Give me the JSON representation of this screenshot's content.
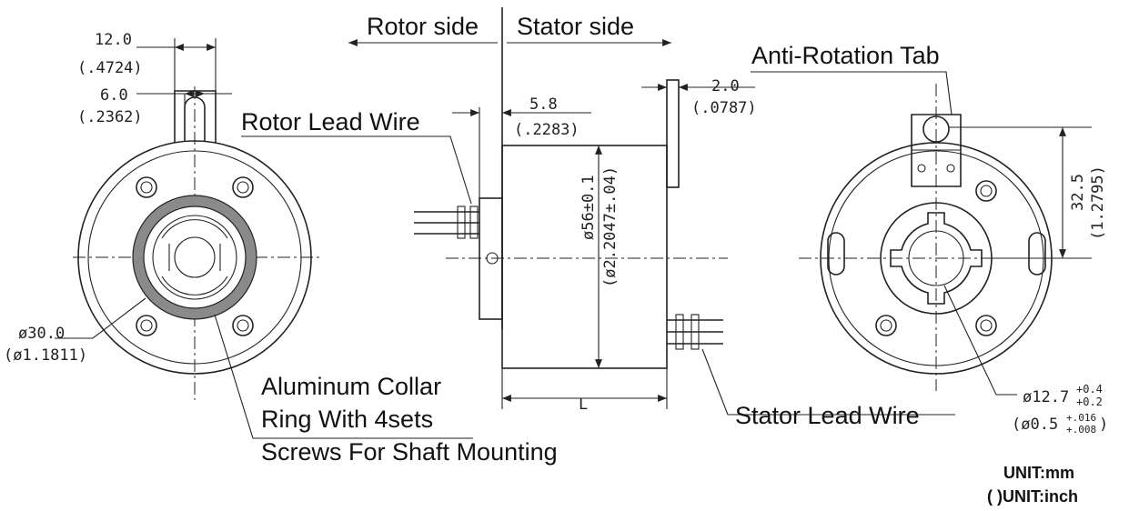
{
  "headings": {
    "rotor_side": "Rotor side",
    "stator_side": "Stator side"
  },
  "callouts": {
    "anti_rotation_tab": "Anti-Rotation Tab",
    "rotor_lead_wire": "Rotor Lead Wire",
    "stator_lead_wire": "Stator Lead Wire",
    "collar_line1": "Aluminum Collar",
    "collar_line2": "Ring With 4sets",
    "collar_line3": "Screws For Shaft Mounting"
  },
  "dimensions": {
    "tab_width_mm": "12.0",
    "tab_width_in": "(.4724)",
    "slot_width_mm": "6.0",
    "slot_width_in": "(.2362)",
    "collar_dia_mm": "ø30.0",
    "collar_dia_in": "(ø1.1811)",
    "rotor_offset_mm": "5.8",
    "rotor_offset_in": "(.2283)",
    "flange_thk_mm": "2.0",
    "flange_thk_in": "(.0787)",
    "body_dia_mm": "ø56±0.1",
    "body_dia_in": "(ø2.2047±.04)",
    "length": "L",
    "tab_height_mm": "32.5",
    "tab_height_in": "(1.2795)",
    "bore_mm": "ø12.7",
    "bore_mm_tol_upper": "+0.4",
    "bore_mm_tol_lower": "+0.2",
    "bore_in": "(ø0.5",
    "bore_in_tol_upper": "+.016",
    "bore_in_tol_lower": "+.008",
    "bore_in_close": ")"
  },
  "units": {
    "primary": "UNIT:mm",
    "secondary": "( )UNIT:inch"
  }
}
